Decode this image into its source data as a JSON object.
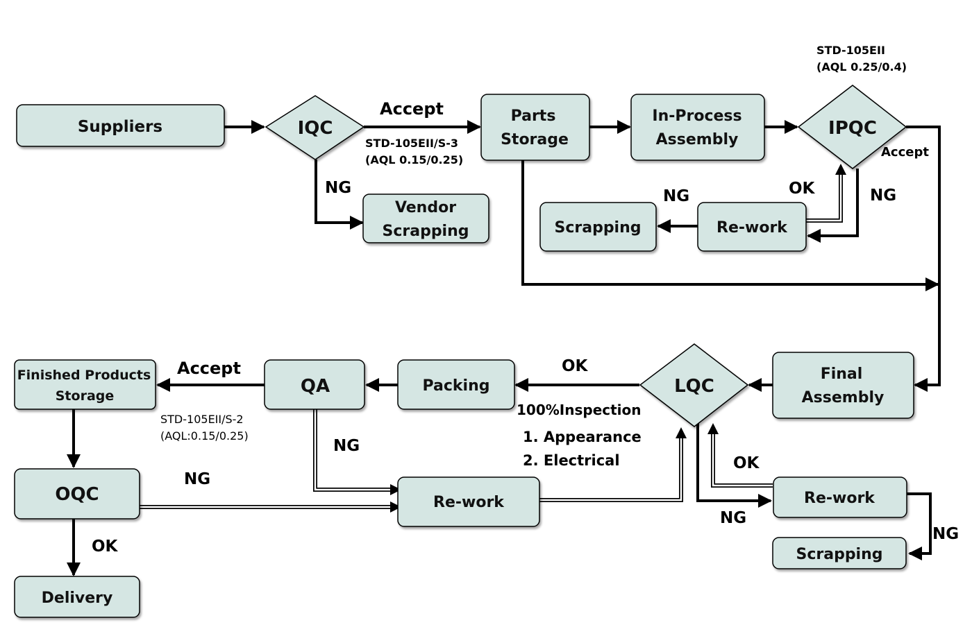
{
  "colors": {
    "node_fill": "#d5e6e3",
    "stroke": "#000000"
  },
  "nodes": {
    "suppliers": "Suppliers",
    "iqc": "IQC",
    "vendor_scrapping": [
      "Vendor",
      "Scrapping"
    ],
    "parts_storage": [
      "Parts",
      "Storage"
    ],
    "in_process_assembly": [
      "In-Process",
      "Assembly"
    ],
    "ipqc": "IPQC",
    "rework_top": "Re-work",
    "scrapping_top": "Scrapping",
    "final_assembly": [
      "Final",
      "Assembly"
    ],
    "lqc": "LQC",
    "rework_right": "Re-work",
    "scrapping_right": "Scrapping",
    "packing": "Packing",
    "qa": "QA",
    "finished_products_storage": [
      "Finished Products",
      "Storage"
    ],
    "oqc": "OQC",
    "rework_bottom": "Re-work",
    "delivery": "Delivery"
  },
  "labels": {
    "iqc_accept": "Accept",
    "iqc_std": "STD-105EII/S-3",
    "iqc_aql": "(AQL 0.15/0.25)",
    "iqc_ng": "NG",
    "ipqc_std": "STD-105EII",
    "ipqc_aql": "(AQL 0.25/0.4)",
    "ipqc_accept": "Accept",
    "ipqc_ng": "NG",
    "ipqc_ok": "OK",
    "rework_top_ng": "NG",
    "lqc_ok": "OK",
    "inspection_title": "100%Inspection",
    "inspection_item1": "1. Appearance",
    "inspection_item2": "2. Electrical",
    "lqc_rework_ok": "OK",
    "lqc_ng": "NG",
    "rework_right_ng": "NG",
    "qa_accept": "Accept",
    "qa_std": "STD-105EII/S-2",
    "qa_aql": "(AQL:0.15/0.25)",
    "qa_ng": "NG",
    "oqc_ng": "NG",
    "oqc_ok": "OK"
  }
}
